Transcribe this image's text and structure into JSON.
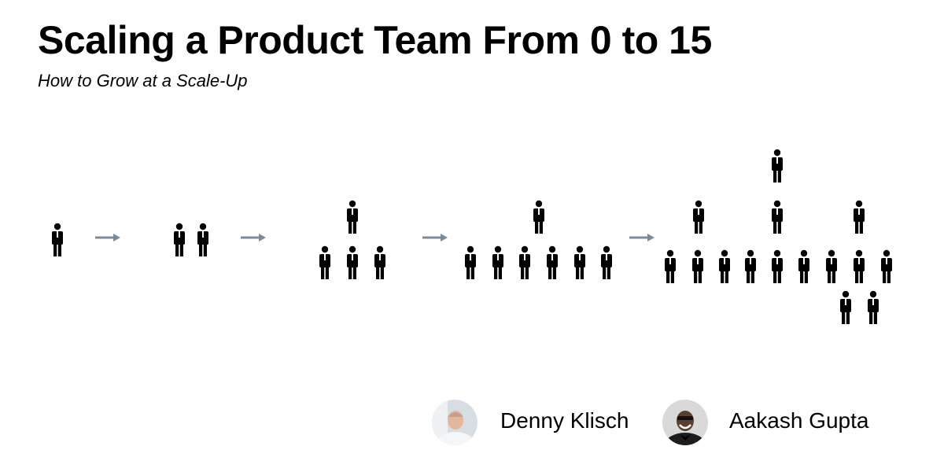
{
  "header": {
    "title": "Scaling a Product Team From 0 to 15",
    "subtitle": "How to Grow at a Scale-Up"
  },
  "diagram": {
    "stages": [
      {
        "team_size": 1,
        "icon": "person-icon"
      },
      {
        "team_size": 2,
        "icon": "person-icon"
      },
      {
        "team_size": 4,
        "icon": "person-icon"
      },
      {
        "team_size": 7,
        "icon": "person-icon"
      },
      {
        "team_size": 15,
        "icon": "person-icon"
      }
    ],
    "arrow_icon": "arrow-right-icon",
    "colors": {
      "person": "#000000",
      "arrow": "#7a8b99"
    }
  },
  "authors": [
    {
      "name": "Denny Klisch",
      "avatar_icon": "avatar-photo"
    },
    {
      "name": "Aakash Gupta",
      "avatar_icon": "avatar-photo"
    }
  ]
}
